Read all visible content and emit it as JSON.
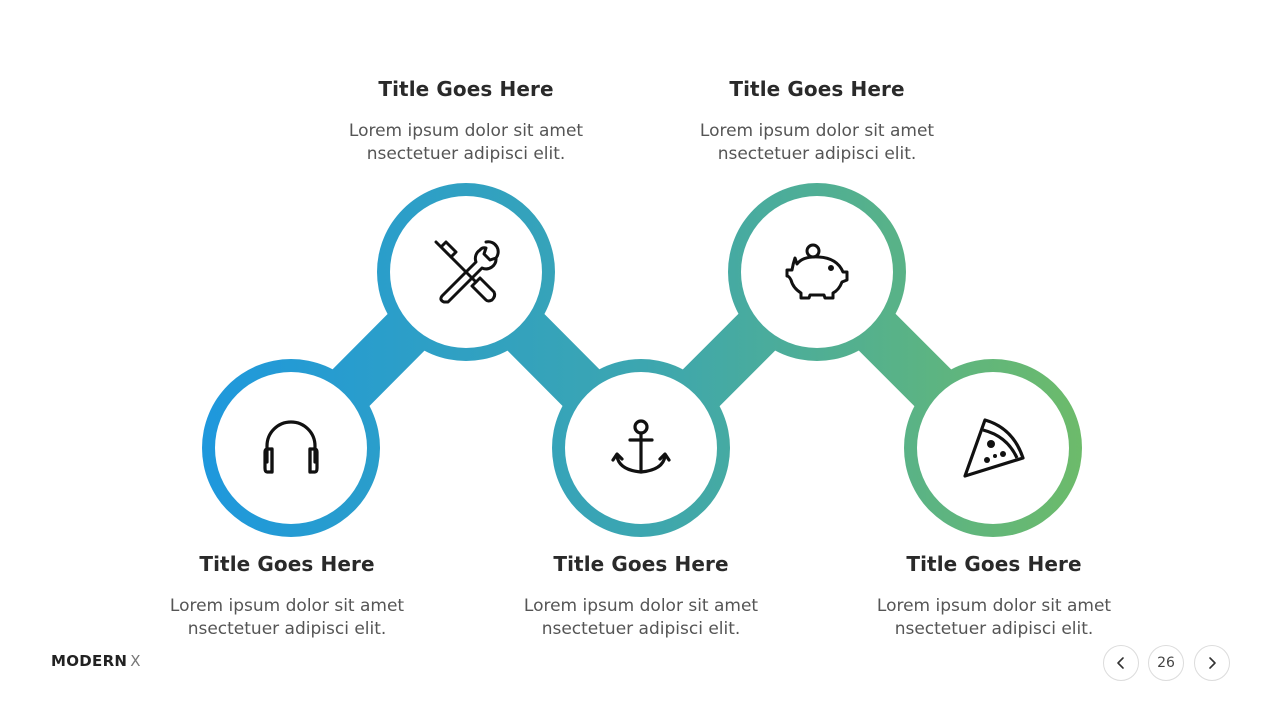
{
  "steps": [
    {
      "title": "Title Goes Here",
      "desc1": "Lorem ipsum dolor sit amet",
      "desc2": "nsectetuer adipisci elit.",
      "icon": "headphones-icon"
    },
    {
      "title": "Title Goes Here",
      "desc1": "Lorem ipsum dolor sit amet",
      "desc2": "nsectetuer adipisci elit.",
      "icon": "tools-icon"
    },
    {
      "title": "Title Goes Here",
      "desc1": "Lorem ipsum dolor sit amet",
      "desc2": "nsectetuer adipisci elit.",
      "icon": "anchor-icon"
    },
    {
      "title": "Title Goes Here",
      "desc1": "Lorem ipsum dolor sit amet",
      "desc2": "nsectetuer adipisci elit.",
      "icon": "piggy-bank-icon"
    },
    {
      "title": "Title Goes Here",
      "desc1": "Lorem ipsum dolor sit amet",
      "desc2": "nsectetuer adipisci elit.",
      "icon": "pizza-slice-icon"
    }
  ],
  "footer": {
    "brand_bold": "MODERN",
    "brand_light": "X",
    "page": "26"
  },
  "colors": {
    "gradient_start": "#1e98dd",
    "gradient_mid": "#3ca6b0",
    "gradient_end": "#6dbb6a"
  }
}
